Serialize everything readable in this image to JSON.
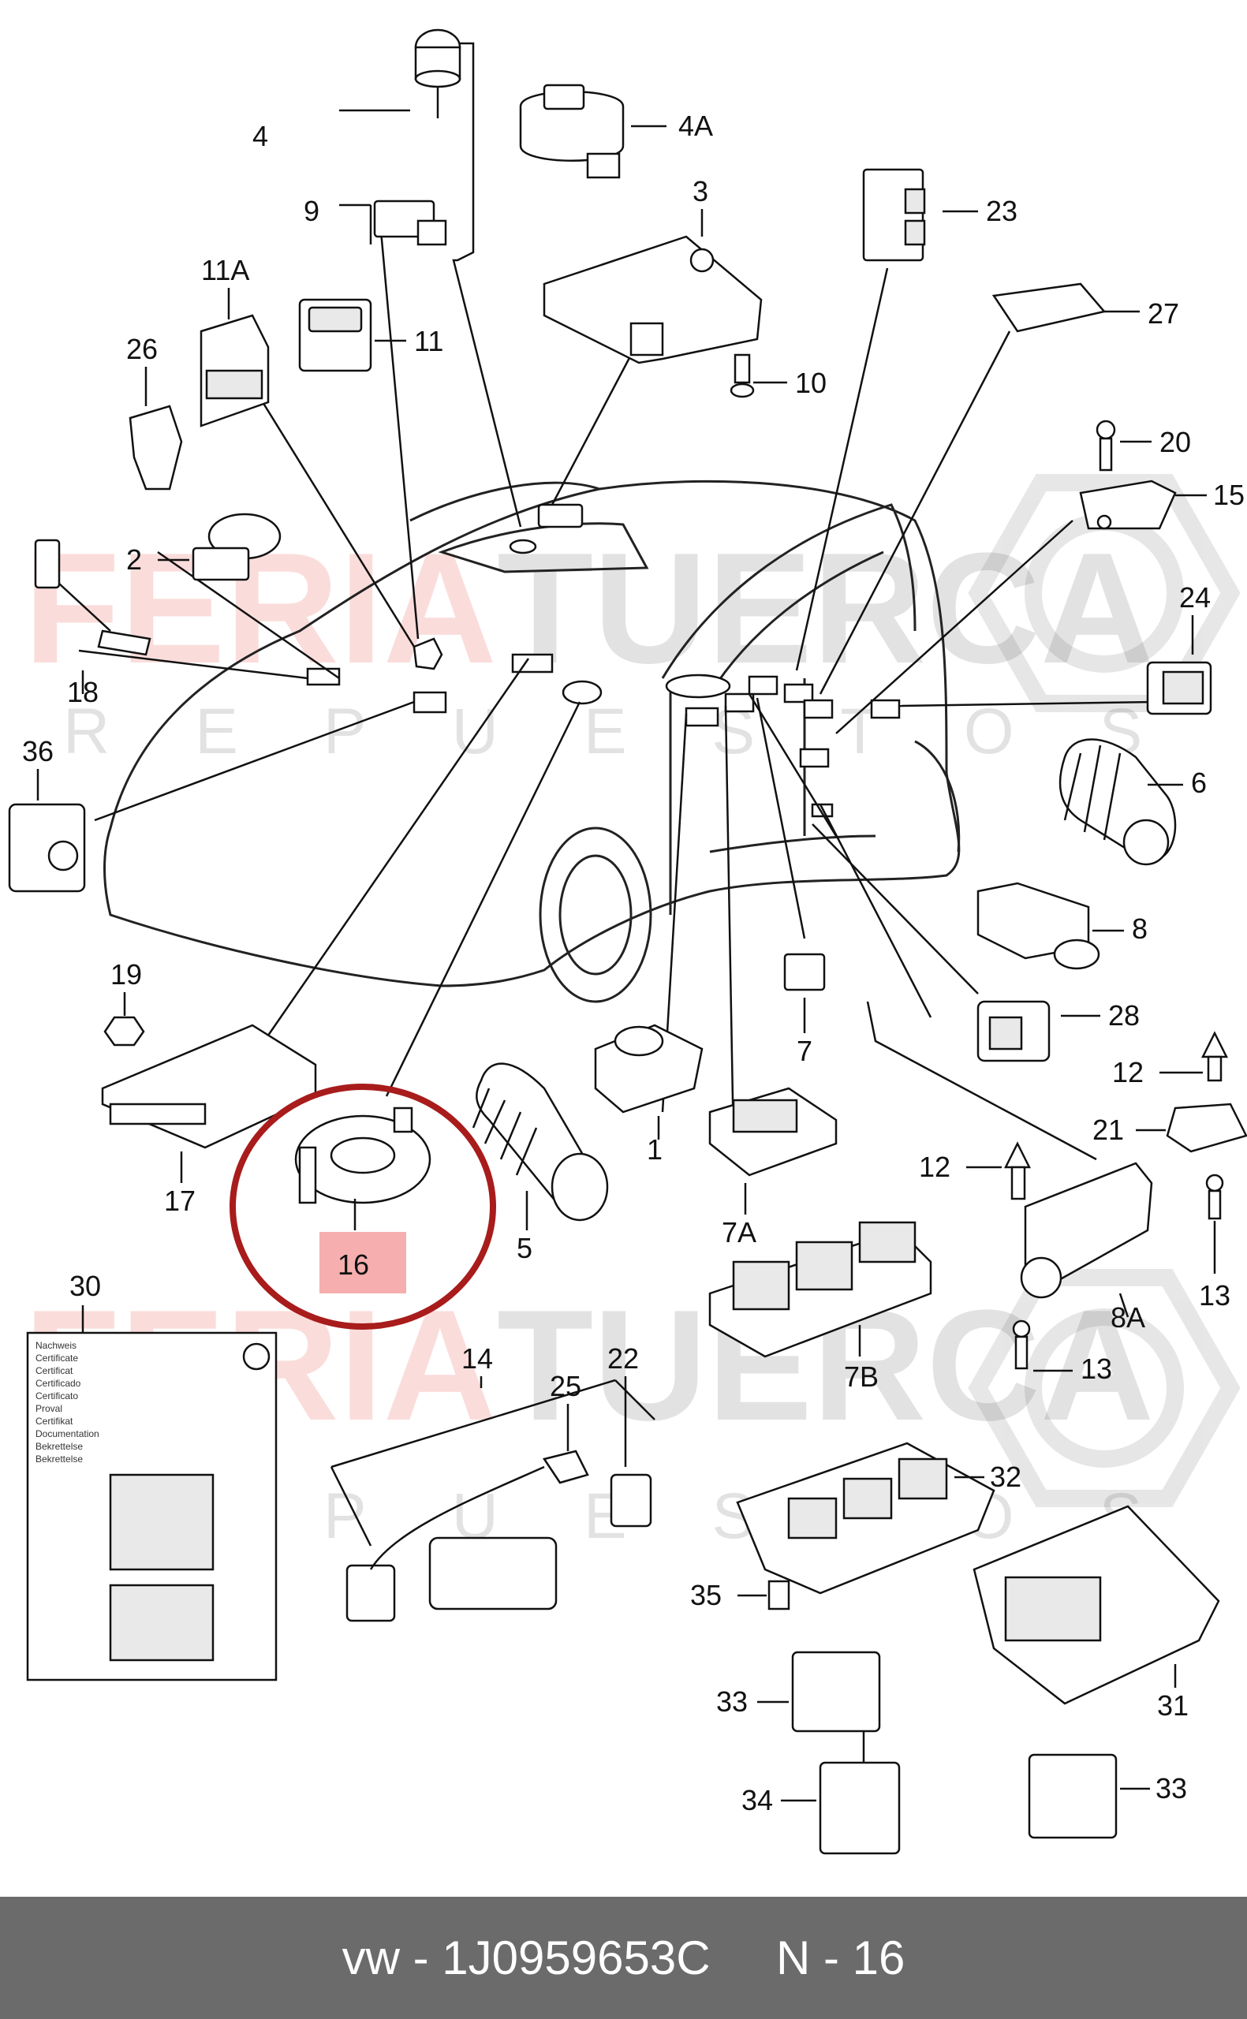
{
  "watermark": {
    "word1": "FERIA",
    "word2": "TUERCA",
    "sub": "REPUESTOS"
  },
  "callouts": {
    "c4": "4",
    "c4A": "4A",
    "c9": "9",
    "c3": "3",
    "c23": "23",
    "c11A": "11A",
    "c11": "11",
    "c26": "26",
    "c27": "27",
    "c10": "10",
    "c20": "20",
    "c15": "15",
    "c2": "2",
    "c24": "24",
    "c18": "18",
    "c6": "6",
    "c36": "36",
    "c8": "8",
    "c19": "19",
    "c28": "28",
    "c7": "7",
    "c12a": "12",
    "c1": "1",
    "c17": "17",
    "c21": "21",
    "c16": "16",
    "c5": "5",
    "c7A": "7A",
    "c12b": "12",
    "c13a": "13",
    "c30": "30",
    "c8A": "8A",
    "c7B": "7B",
    "c13b": "13",
    "c14": "14",
    "c22": "22",
    "c25": "25",
    "c32": "32",
    "c35": "35",
    "c33a": "33",
    "c31": "31",
    "c34": "34",
    "c33b": "33"
  },
  "certificate_lines": [
    "Nachweis",
    "Certificate",
    "Certificat",
    "Certificado",
    "Certificato",
    "Proval",
    "Certifikat",
    "Documentation",
    "Bekrettelse",
    "Bekrettelse"
  ],
  "footer": {
    "text": "vw - 1J0959653C     N - 16"
  },
  "colors": {
    "highlight_circle": "#a81c1c",
    "highlight_box": "#f4a0a0",
    "footer_bg": "#6b6b6b",
    "watermark_red": "#e8473f"
  }
}
